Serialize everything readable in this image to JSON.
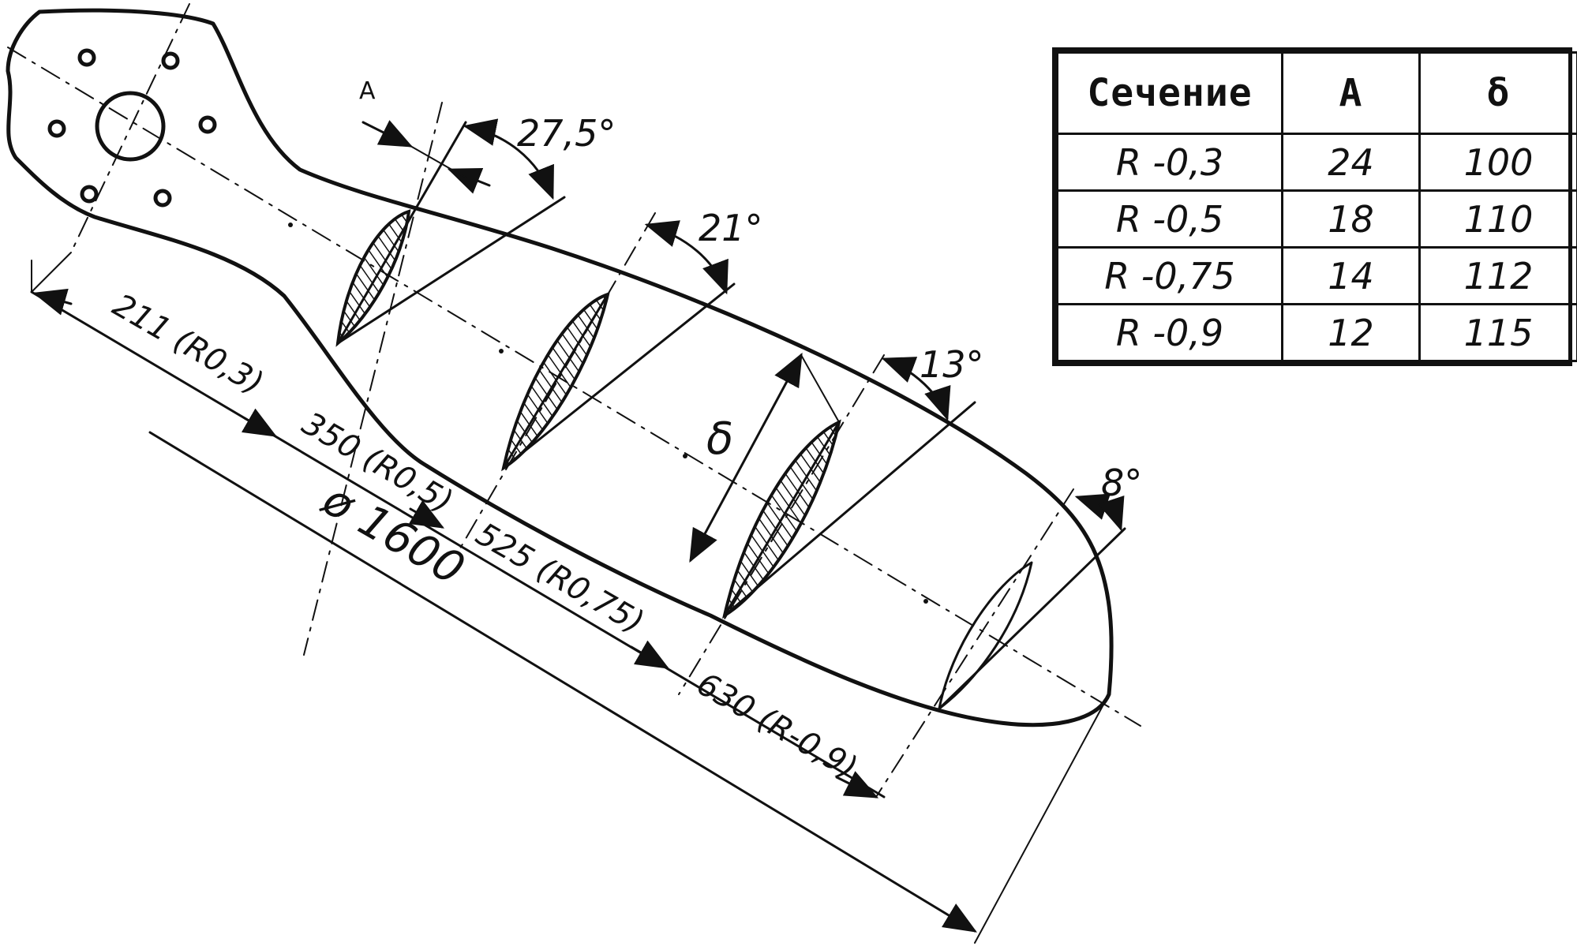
{
  "drawing": {
    "labels": {
      "section_a": "A",
      "angle_1": "27,5°",
      "angle_2": "21°",
      "angle_3": "13°",
      "angle_4": "8°",
      "delta": "δ",
      "dim_1": "211 (R0,3)",
      "dim_2": "350 (R0,5)",
      "dim_3": "525 (R0,75)",
      "dim_4": "630 (R-0,9)",
      "diameter": "ø 1600"
    }
  },
  "table": {
    "headers": [
      "Сечение",
      "A",
      "δ"
    ],
    "rows": [
      [
        "R -0,3",
        "24",
        "100"
      ],
      [
        "R -0,5",
        "18",
        "110"
      ],
      [
        "R -0,75",
        "14",
        "112"
      ],
      [
        "R -0,9",
        "12",
        "115"
      ]
    ]
  }
}
